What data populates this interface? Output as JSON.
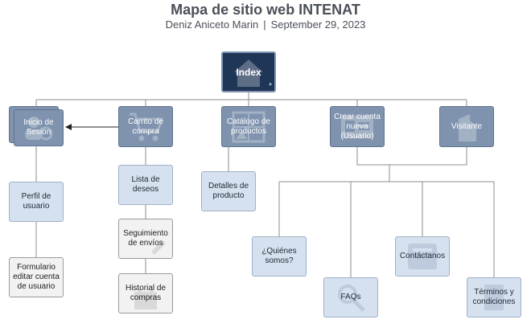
{
  "header": {
    "title": "Mapa de sitio web INTENAT",
    "author": "Deniz Aniceto Marin",
    "separator": "|",
    "date": "September 29, 2023"
  },
  "nodes": {
    "index": {
      "label": "Index",
      "icon": "house-icon"
    },
    "inicio_sesion": {
      "label": "Inicio de Sesion",
      "icon": "users-icon"
    },
    "carrito": {
      "label": "Carrito de compra",
      "icon": "cart-icon"
    },
    "catalogo": {
      "label": "Catálogo de productos",
      "icon": "gallery-icon"
    },
    "crear_cuenta": {
      "label": "Crear cuenta nueva (Usuario)",
      "icon": "id-card-icon"
    },
    "visitante": {
      "label": "Visitante",
      "icon": "figure-icon"
    },
    "perfil": {
      "label": "Perfil de usuario"
    },
    "formulario": {
      "label": "Formulario editar cuenta de usuario"
    },
    "lista_deseos": {
      "label": "Lista de deseos"
    },
    "seguimiento": {
      "label": "Seguimiento de envíos"
    },
    "historial": {
      "label": "Historial de compras"
    },
    "detalles": {
      "label": "Detalles de producto"
    },
    "quienes": {
      "label": "¿Quiénes somos?"
    },
    "faqs": {
      "label": "FAQs"
    },
    "contactanos": {
      "label": "Contáctanos"
    },
    "terminos": {
      "label": "Términos y condiciones"
    }
  },
  "colors": {
    "dark_node": "#7f93ae",
    "light_node": "#d6e1f0",
    "gray_node": "#f2f2f2",
    "index_node": "#1f3657",
    "connector": "#8c8c8c",
    "title_text": "#4a4f58"
  }
}
